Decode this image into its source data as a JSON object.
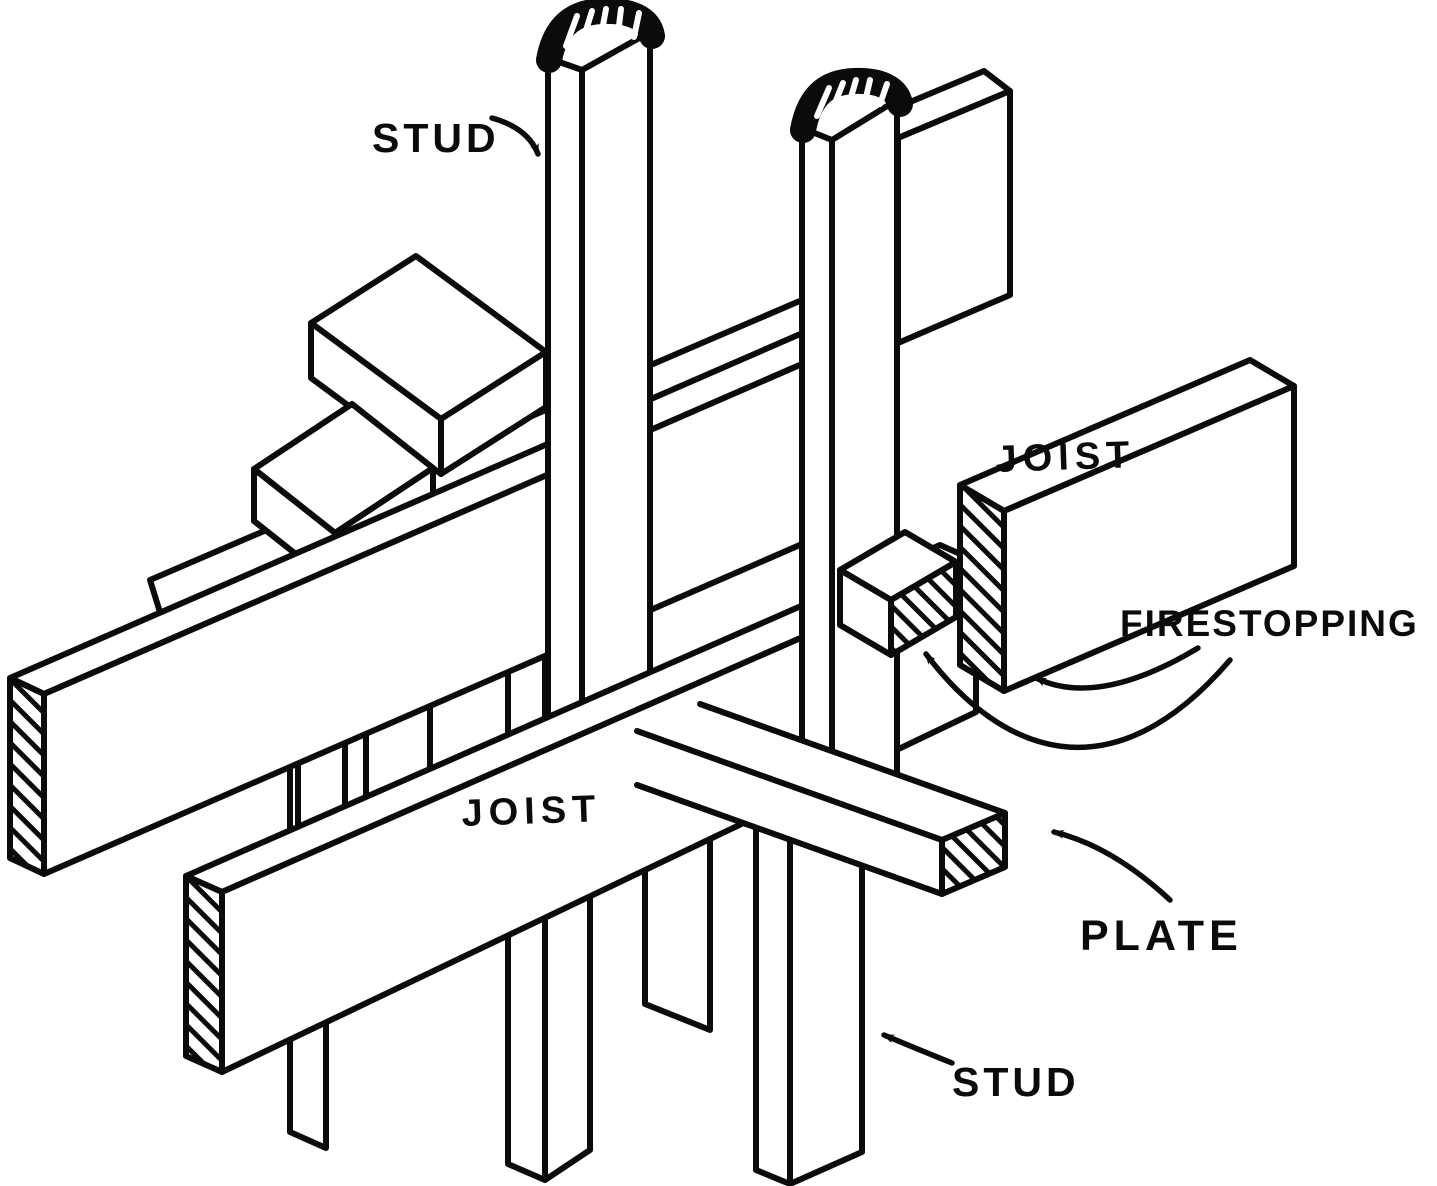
{
  "canvas": {
    "background": "#ffffff",
    "ink": "#0b0b0b"
  },
  "diagram": {
    "type": "line-drawing",
    "subject": "wood framing detail with firestopping"
  },
  "labels": {
    "stud_top": "STUD",
    "joist_right": "JOIST",
    "firestopping": "FIRESTOPPING",
    "joist_middle": "JOIST",
    "plate": "PLATE",
    "stud_bottom": "STUD"
  }
}
